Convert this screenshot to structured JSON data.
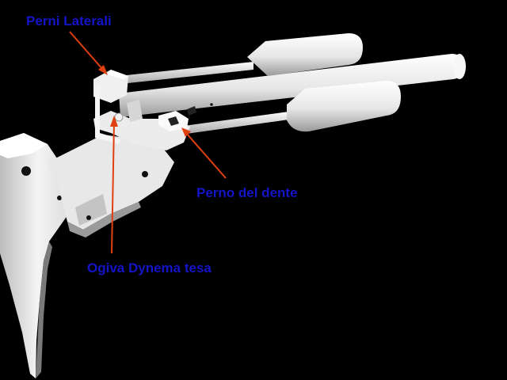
{
  "labels": {
    "perni_laterali": "Perni Laterali",
    "perno_del_dente": "Perno del dente",
    "ogiva_dynema_tesa": "Ogiva Dynema tesa"
  },
  "colors": {
    "background": "#000000",
    "label_text": "#1414c8",
    "arrow": "#e04010",
    "part_light": "#f2f2f2",
    "part_mid": "#cfcfcf",
    "part_shadow": "#8a8a8a"
  }
}
